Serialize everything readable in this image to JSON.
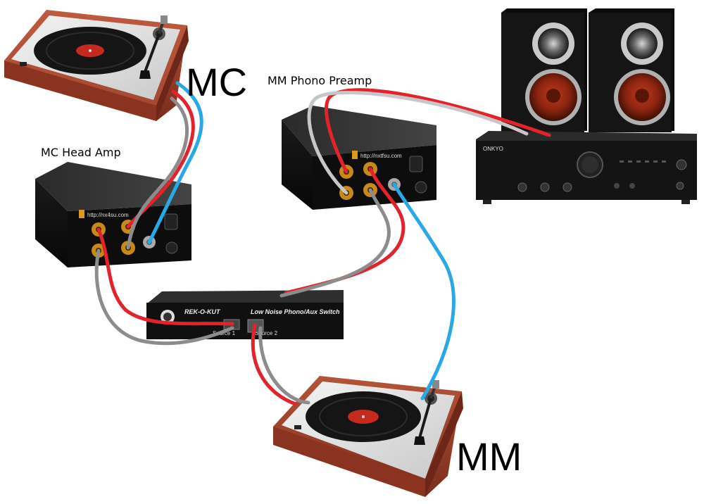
{
  "labels": {
    "mc": "MC",
    "mm": "MM",
    "mc_head_amp": "MC Head Amp",
    "mm_phono_preamp": "MM Phono Preamp"
  },
  "switch": {
    "brand": "REK-O-KUT",
    "title": "Low Noise Phono/Aux Switch",
    "source1": "Source 1",
    "source2": "Source 2"
  },
  "amp_brand": "ONKYO",
  "cable_colors": {
    "red": "#e3232b",
    "gray": "#8c8c8c",
    "lightgray": "#c7c7c7",
    "blue": "#28a8e6"
  }
}
